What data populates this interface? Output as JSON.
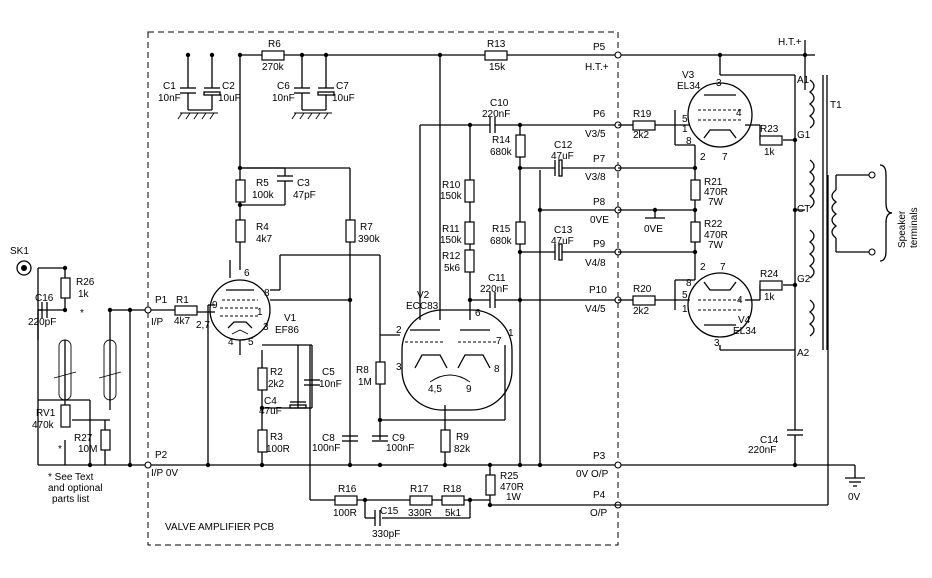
{
  "pcb_label": "VALVE AMPLIFIER PCB",
  "note": [
    "* See Text",
    "and optional",
    "parts list"
  ],
  "speaker_label": [
    "Speaker",
    "terminals"
  ],
  "ht_plus": "H.T.+",
  "zero_v": "0V",
  "t1": "T1",
  "zero_ve": "0VE",
  "ports": {
    "p1": "P1",
    "p1_sub": "I/P",
    "p2": "P2",
    "p2_sub": "I/P 0V",
    "p3": "P3",
    "p3_sub": "0V O/P",
    "p4": "P4",
    "p4_sub": "O/P",
    "p5": "P5",
    "p5_sub": "H.T.+",
    "p6": "P6",
    "p6_sub": "V3/5",
    "p7": "P7",
    "p7_sub": "V3/8",
    "p8": "P8",
    "p8_sub": "0VE",
    "p9": "P9",
    "p9_sub": "V4/8",
    "p10": "P10",
    "p10_sub": "V4/5"
  },
  "parts": {
    "sk1": "SK1",
    "r1": "R1",
    "r1_v": "4k7",
    "r2": "R2",
    "r2_v": "2k2",
    "r3": "R3",
    "r3_v": "100R",
    "r4": "R4",
    "r4_v": "4k7",
    "r5": "R5",
    "r5_v": "100k",
    "r6": "R6",
    "r6_v": "270k",
    "r7": "R7",
    "r7_v": "390k",
    "r8": "R8",
    "r8_v": "1M",
    "r9": "R9",
    "r9_v": "82k",
    "r10": "R10",
    "r10_v": "150k",
    "r11": "R11",
    "r11_v": "150k",
    "r12": "R12",
    "r12_v": "5k6",
    "r13": "R13",
    "r13_v": "15k",
    "r14": "R14",
    "r14_v": "680k",
    "r15": "R15",
    "r15_v": "680k",
    "r16": "R16",
    "r16_v": "100R",
    "r17": "R17",
    "r17_v": "330R",
    "r18": "R18",
    "r18_v": "5k1",
    "r19": "R19",
    "r19_v": "2k2",
    "r20": "R20",
    "r20_v": "2k2",
    "r21": "R21",
    "r21_v": "470R",
    "r21_w": "7W",
    "r22": "R22",
    "r22_v": "470R",
    "r22_w": "7W",
    "r23": "R23",
    "r23_v": "1k",
    "r24": "R24",
    "r24_v": "1k",
    "r25": "R25",
    "r25_v": "470R",
    "r25_w": "1W",
    "r26": "R26",
    "r26_v": "1k",
    "r27": "R27",
    "r27_v": "10M",
    "rv1": "RV1",
    "rv1_v": "470k",
    "c1": "C1",
    "c1_v": "10nF",
    "c2": "C2",
    "c2_v": "10uF",
    "c3": "C3",
    "c3_v": "47pF",
    "c4": "C4",
    "c4_v": "47uF",
    "c5": "C5",
    "c5_v": "10nF",
    "c6": "C6",
    "c6_v": "10nF",
    "c7": "C7",
    "c7_v": "10uF",
    "c8": "C8",
    "c8_v": "100nF",
    "c9": "C9",
    "c9_v": "100nF",
    "c10": "C10",
    "c10_v": "220nF",
    "c11": "C11",
    "c11_v": "220nF",
    "c12": "C12",
    "c12_v": "47uF",
    "c13": "C13",
    "c13_v": "47uF",
    "c14": "C14",
    "c14_v": "220nF",
    "c15": "C15",
    "c15_v": "330pF",
    "c16": "C16",
    "c16_v": "220pF",
    "v1": "V1",
    "v1_t": "EF86",
    "v2": "V2",
    "v2_t": "ECC83",
    "v3": "V3",
    "v3_t": "EL34",
    "v4": "V4",
    "v4_t": "EL34"
  },
  "transformer_taps": [
    "A1",
    "G1",
    "CT",
    "G2",
    "A2"
  ],
  "pin_labels": {
    "v1": [
      "9",
      "8",
      "6",
      "3",
      "1",
      "2,7",
      "4",
      "5"
    ],
    "v2": [
      "2",
      "6",
      "7",
      "3",
      "4,5",
      "9",
      "8",
      "1"
    ],
    "v3": [
      "3",
      "5",
      "4",
      "1",
      "8",
      "2",
      "7"
    ],
    "v4": [
      "2",
      "7",
      "8",
      "5",
      "4",
      "1",
      "3"
    ]
  },
  "asterisk": "*"
}
